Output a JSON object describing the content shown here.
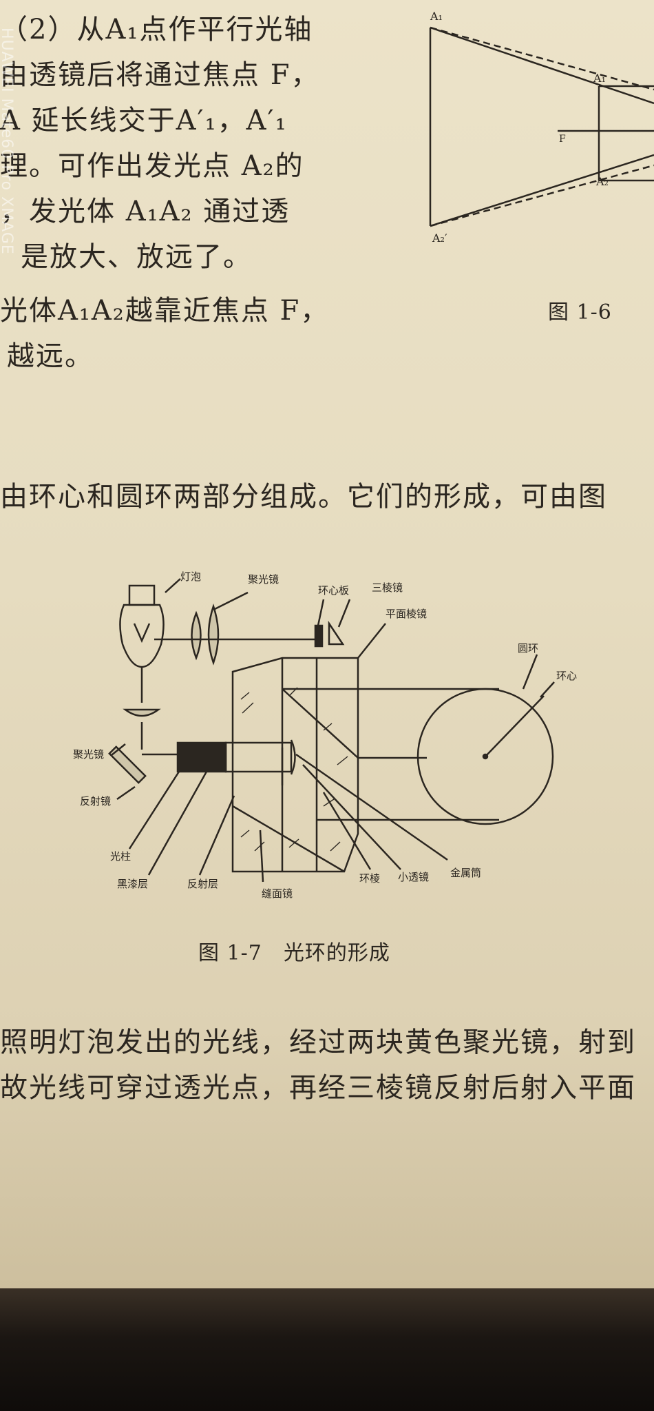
{
  "watermark": "HUAWEI Mate60 Pro XMAGE",
  "top_text": [
    "（2）从A₁点作平行光轴",
    "由透镜后将通过焦点 F，",
    "A 延长线交于A′₁，A′₁",
    "理。可作出发光点 A₂的",
    "，发光体 A₁A₂ 通过透",
    "是放大、放远了。",
    "光体A₁A₂越靠近焦点 F，",
    "越远。"
  ],
  "fig16": {
    "caption": "图 1-6",
    "labels": {
      "a1": "A₁",
      "a1b": "A₁",
      "f": "F",
      "a2": "A₂",
      "a2p": "A₂′"
    }
  },
  "body_text": [
    "由环心和圆环两部分组成。它们的形成，可由图"
  ],
  "fig17": {
    "caption": "图 1-7　光环的形成",
    "labels": {
      "bulb": "灯泡",
      "condenser_top": "聚光镜",
      "center_plate": "环心板",
      "triple_prism": "三棱镜",
      "flat_prism": "平面棱镜",
      "ring": "圆环",
      "ring_center": "环心",
      "condenser_left": "聚光镜",
      "reflector": "反射镜",
      "light_column": "光柱",
      "black_paint": "黑漆层",
      "reflective_layer": "反射层",
      "slit_mirror": "缝面镜",
      "ring_prism": "环棱",
      "small_lens": "小透镜",
      "metal_tube": "金属筒"
    }
  },
  "bottom_text": [
    "照明灯泡发出的光线，经过两块黄色聚光镜，射到",
    "故光线可穿过透光点，再经三棱镜反射后射入平面"
  ]
}
